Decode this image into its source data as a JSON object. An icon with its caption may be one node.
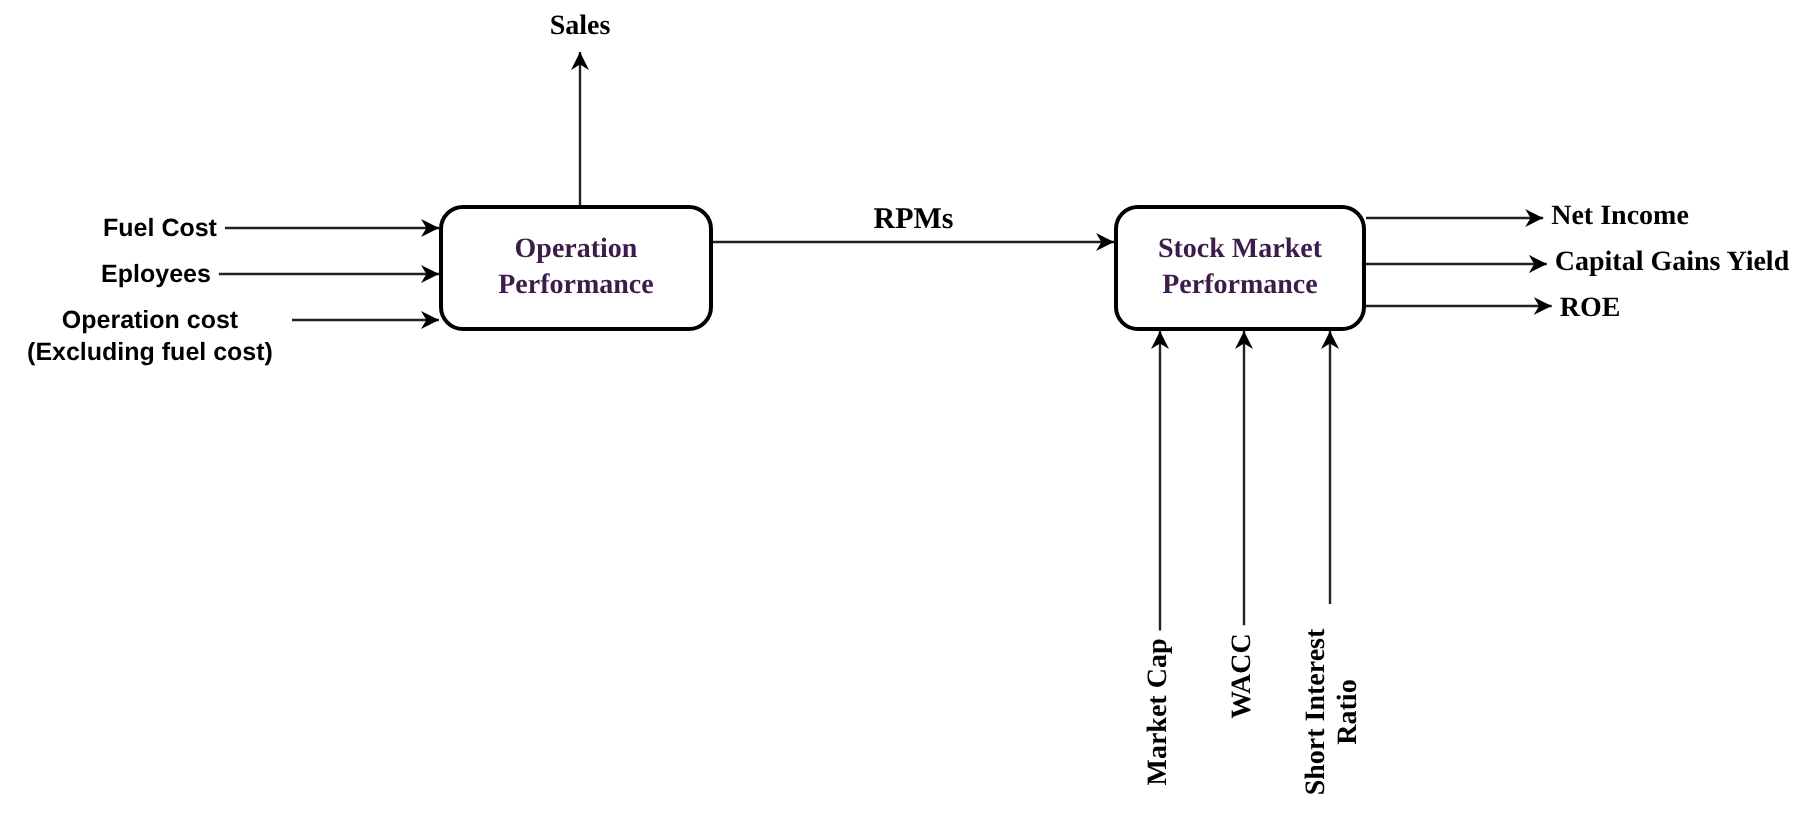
{
  "diagram": {
    "nodes": [
      {
        "text": [
          "Operation Performance"
        ]
      },
      {
        "text": [
          "Stock Market Performance"
        ]
      },
      {
        "text": [
          "Fuel Cost"
        ]
      },
      {
        "text": [
          "Eployees"
        ]
      },
      {
        "text": [
          "Operation cost (Excluding fuel cost)"
        ]
      },
      {
        "text": [
          "Sales"
        ]
      },
      {
        "text": [
          "Net Income"
        ]
      },
      {
        "text": [
          "Capital Gains Yield"
        ]
      },
      {
        "text": [
          "ROE"
        ]
      },
      {
        "text": [
          "Market Cap"
        ]
      },
      {
        "text": [
          "WACC"
        ]
      },
      {
        "text": [
          "Short Interest Ratio"
        ]
      }
    ],
    "edges": [
      {
        "from": 2,
        "to": 0,
        "arrow": "to"
      },
      {
        "from": 3,
        "to": 0,
        "arrow": "to"
      },
      {
        "from": 4,
        "to": 0,
        "arrow": "to"
      },
      {
        "from": 0,
        "to": 5,
        "arrow": "to"
      },
      {
        "from": 0,
        "to": 1,
        "label": "RPMs",
        "arrow": "to"
      },
      {
        "from": 1,
        "to": 6,
        "arrow": "to"
      },
      {
        "from": 1,
        "to": 7,
        "arrow": "to"
      },
      {
        "from": 1,
        "to": 8,
        "arrow": "to"
      },
      {
        "from": 9,
        "to": 1,
        "arrow": "to"
      },
      {
        "from": 10,
        "to": 1,
        "arrow": "to"
      },
      {
        "from": 11,
        "to": 1,
        "arrow": "to"
      }
    ]
  }
}
